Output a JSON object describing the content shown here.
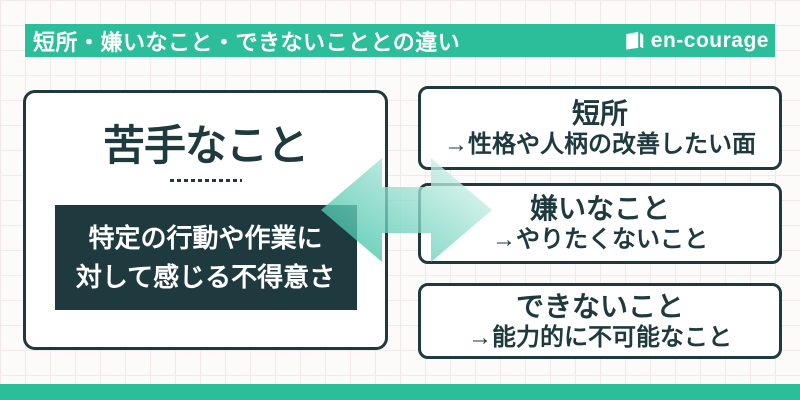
{
  "header": {
    "title": "短所・嫌いなこと・できないこととの違い",
    "logo_text": "en-courage"
  },
  "left_panel": {
    "title": "苦手なこと",
    "description_line1": "特定の行動や作業に",
    "description_line2": "対して感じる不得意さ"
  },
  "right_panel": {
    "items": [
      {
        "title": "短所",
        "description": "→性格や人柄の改善したい面"
      },
      {
        "title": "嫌いなこと",
        "description": "→やりたくないこと"
      },
      {
        "title": "できないこと",
        "description": "→能力的に不可能なこと"
      }
    ]
  },
  "colors": {
    "teal": "#2cbe9b",
    "dark": "#1e3a3e",
    "arrow_start": "#2fbda0",
    "arrow_end": "#e3f7f1"
  }
}
